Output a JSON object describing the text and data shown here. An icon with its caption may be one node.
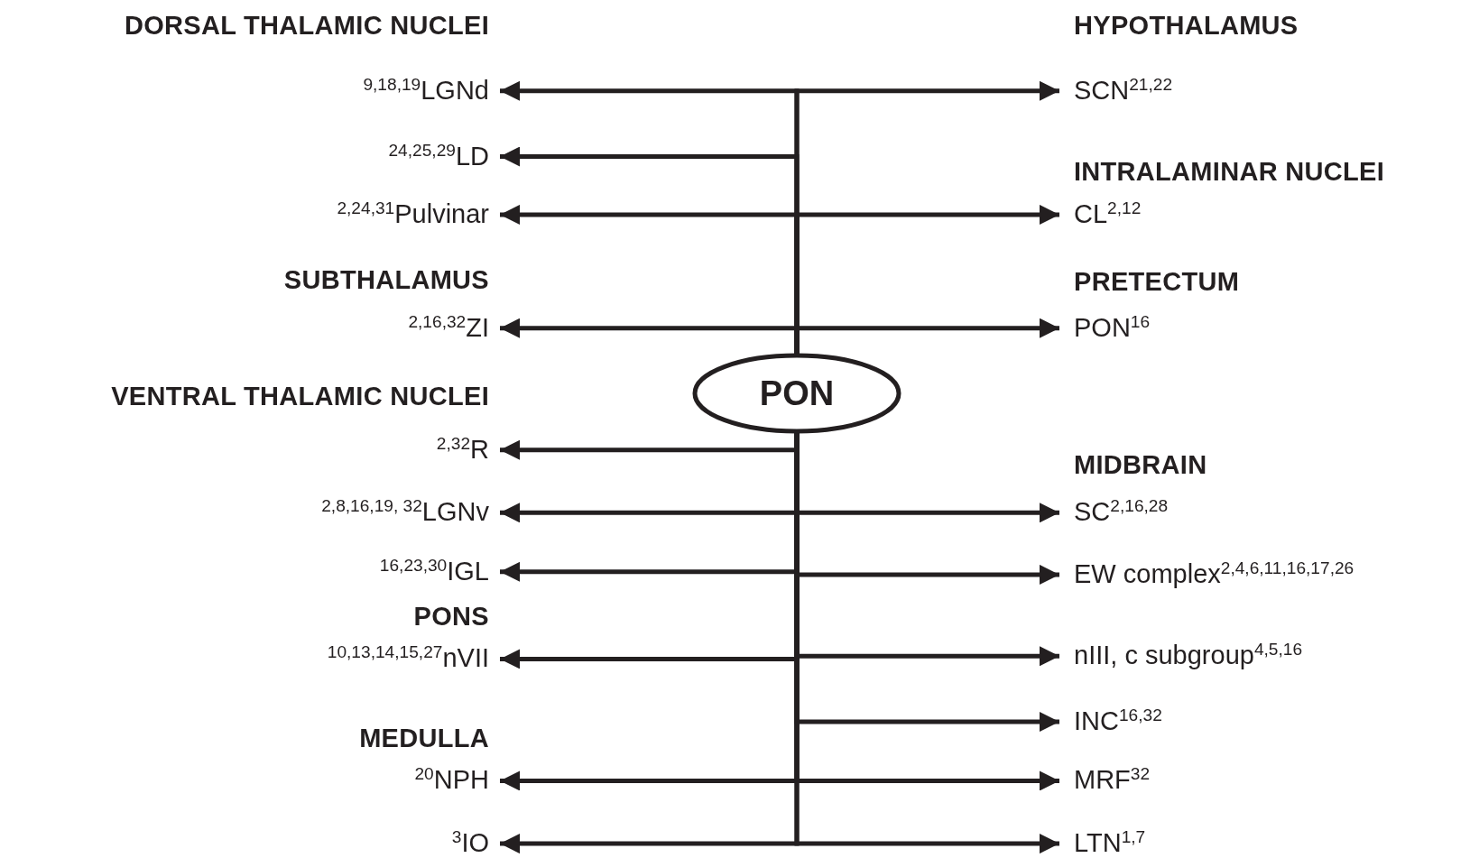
{
  "diagram": {
    "nodes": [
      {
        "text": [
          "$^{9,18,19}$LGNd"
        ]
      },
      {
        "text": [
          "SCN$^{21,22}$"
        ]
      },
      {
        "text": [
          "$^{24,25,29}$LD"
        ]
      },
      {
        "text": [
          "$^{2,24,31}$Pulvinar"
        ]
      },
      {
        "text": [
          "CL$^{2,12}$"
        ]
      },
      {
        "text": [
          "$^{2,16,32}$ZI"
        ]
      },
      {
        "text": [
          "PON$^{16}$"
        ]
      },
      {
        "text": [
          "PON"
        ]
      },
      {
        "text": [
          "$^{2,32}$R"
        ]
      },
      {
        "text": [
          "$^{2,8,16,19, 32}$LGNv"
        ]
      },
      {
        "text": [
          "SC$^{2,16,28}$"
        ]
      },
      {
        "text": [
          "$^{16,23,30}$IGL"
        ]
      },
      {
        "text": [
          "EW complex$^{2,4,6,11,16,17,26}$"
        ]
      },
      {
        "text": [
          "$^{10,13,14,15,27}$nVII"
        ]
      },
      {
        "text": [
          "nIII, c subgroup$^{4,5,16}$"
        ]
      },
      {
        "text": [
          "INC$^{16,32}$"
        ]
      },
      {
        "text": [
          "$^{20}$NPH"
        ]
      },
      {
        "text": [
          "MRF$^{32}$"
        ]
      },
      {
        "text": [
          "$^{3}$IO"
        ]
      },
      {
        "text": [
          "LTN$^{1,7}$"
        ]
      }
    ],
    "edges": [
      {
        "from": 7,
        "to": 0,
        "arrow": "to"
      },
      {
        "from": 7,
        "to": 1,
        "arrow": "to"
      },
      {
        "from": 7,
        "to": 2,
        "arrow": "to"
      },
      {
        "from": 7,
        "to": 3,
        "arrow": "to"
      },
      {
        "from": 7,
        "to": 4,
        "arrow": "to"
      },
      {
        "from": 7,
        "to": 5,
        "arrow": "to"
      },
      {
        "from": 7,
        "to": 6,
        "arrow": "to"
      },
      {
        "from": 7,
        "to": 8,
        "arrow": "to"
      },
      {
        "from": 7,
        "to": 9,
        "arrow": "to"
      },
      {
        "from": 7,
        "to": 10,
        "arrow": "to"
      },
      {
        "from": 7,
        "to": 11,
        "arrow": "to"
      },
      {
        "from": 7,
        "to": 12,
        "arrow": "to"
      },
      {
        "from": 7,
        "to": 13,
        "arrow": "to"
      },
      {
        "from": 7,
        "to": 14,
        "arrow": "to"
      },
      {
        "from": 7,
        "to": 15,
        "arrow": "to"
      },
      {
        "from": 7,
        "to": 16,
        "arrow": "to"
      },
      {
        "from": 7,
        "to": 17,
        "arrow": "to"
      },
      {
        "from": 7,
        "to": 18,
        "arrow": "to"
      },
      {
        "from": 7,
        "to": 19,
        "arrow": "to"
      }
    ],
    "labels": [
      "DORSAL THALAMIC NUCLEI",
      "HYPOTHALAMUS",
      "INTRALAMINAR NUCLEI",
      "SUBTHALAMUS",
      "PRETECTUM",
      "VENTRAL THALAMIC NUCLEI",
      "MIDBRAIN",
      "PONS",
      "MEDULLA"
    ]
  }
}
